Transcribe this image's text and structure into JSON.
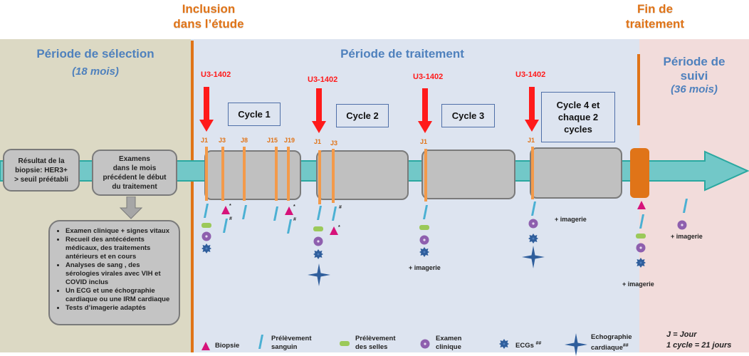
{
  "milestones": {
    "inclusion": [
      "Inclusion",
      "dans l’étude"
    ],
    "end_of_treatment": [
      "Fin de",
      "traitement"
    ]
  },
  "periods": {
    "selection": {
      "title": "Période de sélection",
      "duration": "(18 mois)"
    },
    "treatment": {
      "title": "Période de traitement"
    },
    "followup": {
      "title_line1": "Période de",
      "title_line2": "suivi",
      "duration": "(36 mois)"
    }
  },
  "drug_label": "U3-1402",
  "cycles": [
    {
      "label": "Cycle 1",
      "days": [
        "J1",
        "J3",
        "J8",
        "J15",
        "J19"
      ]
    },
    {
      "label": "Cycle 2",
      "days": [
        "J1",
        "J3"
      ]
    },
    {
      "label": "Cycle 3",
      "days": [
        "J1"
      ]
    },
    {
      "label_lines": [
        "Cycle 4 et",
        "chaque 2",
        "cycles"
      ],
      "days": [
        "J1"
      ]
    }
  ],
  "selection_boxes": {
    "biopsy_result": [
      "Résultat de la",
      "biopsie: HER3+",
      "> seuil préétabli"
    ],
    "exams_month": [
      "Examens",
      "dans le mois",
      "précédent le début",
      "du traitement"
    ],
    "exam_list": [
      "Examen clinique + signes vitaux",
      "Recueil des antécédents médicaux, des traitements antérieurs et en cours",
      "Analyses de sang , des sérologies virales avec VIH et COVID inclus",
      "Un ECG et une échographie cardiaque ou une IRM cardiaque",
      "Tests d’imagerie adaptés"
    ]
  },
  "annotations": {
    "imaging": "+ imagerie",
    "star": "*",
    "hash": "#"
  },
  "legend": {
    "items": [
      {
        "icon": "biopsy-triangle",
        "label": "Biopsie"
      },
      {
        "icon": "blood-sample-stroke",
        "label_lines": [
          "Prélèvement",
          "sanguin"
        ]
      },
      {
        "icon": "stool-sample-pill",
        "label_lines": [
          "Prélèvement",
          "des selles"
        ]
      },
      {
        "icon": "clinical-exam-ring",
        "label_lines": [
          "Examen",
          "clinique"
        ]
      },
      {
        "icon": "ecg-gear",
        "label": "ECGs",
        "suffix": "##"
      },
      {
        "icon": "echo-star",
        "label_lines": [
          "Echographie",
          "cardiaque"
        ],
        "suffix": "##"
      }
    ],
    "notes": [
      "J = Jour",
      "1 cycle = 21 jours"
    ]
  },
  "colors": {
    "orange": "#e07418",
    "drug_red": "#ff1a1a",
    "period_blue": "#4f81bd",
    "timeline_teal": "#72c8c8",
    "biopsy_magenta": "#d6127a",
    "blood_cyan": "#4bb0d3",
    "stool_green": "#9bc95a",
    "exam_purple": "#8e5fae",
    "ecg_navy": "#2f5e9c"
  }
}
